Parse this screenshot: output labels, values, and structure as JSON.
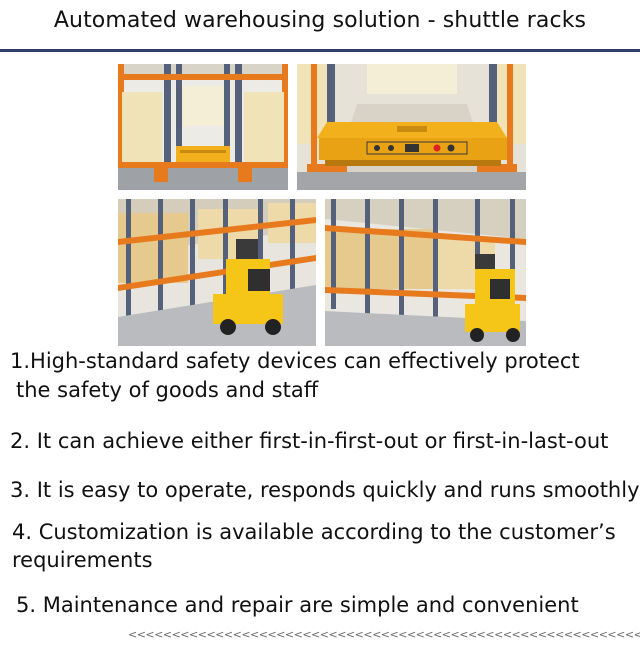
{
  "header": {
    "title": "Automated warehousing solution - shuttle racks",
    "rule_color": "#2c3f66"
  },
  "photos": [
    {
      "icon": "shuttle-rack-front-photo"
    },
    {
      "icon": "shuttle-car-photo"
    },
    {
      "icon": "forklift-rack-photo"
    },
    {
      "icon": "forklift-rack-photo-2"
    }
  ],
  "features": {
    "item1_line1": "1.High-standard safety devices can effectively protect",
    "item1_line2": "the safety of goods and staff",
    "item2": "2. It can achieve either first-in-first-out or first-in-last-out",
    "item3": "3. It is easy to operate, responds quickly and runs smoothly",
    "item4_line1": "4. Customization is available according to the customer’s",
    "item4_line2": "requirements",
    "item5": "5. Maintenance and repair are simple and convenient"
  },
  "footer": {
    "arrows": "<<<<<<<<<<<<<<<<<<<<<<<<<<<<<<<<<<<<<<<<<<<<<<<<<<<<<<<<<<<<<<<<<<<<<<<<<<<<<<<<<<<<<<<<"
  },
  "colors": {
    "rack_blue": "#55617a",
    "rack_orange": "#e87a1e",
    "shuttle_yellow": "#f2b01c",
    "forklift_yellow": "#f5c518",
    "pallet_cream": "#f1e3b8"
  }
}
